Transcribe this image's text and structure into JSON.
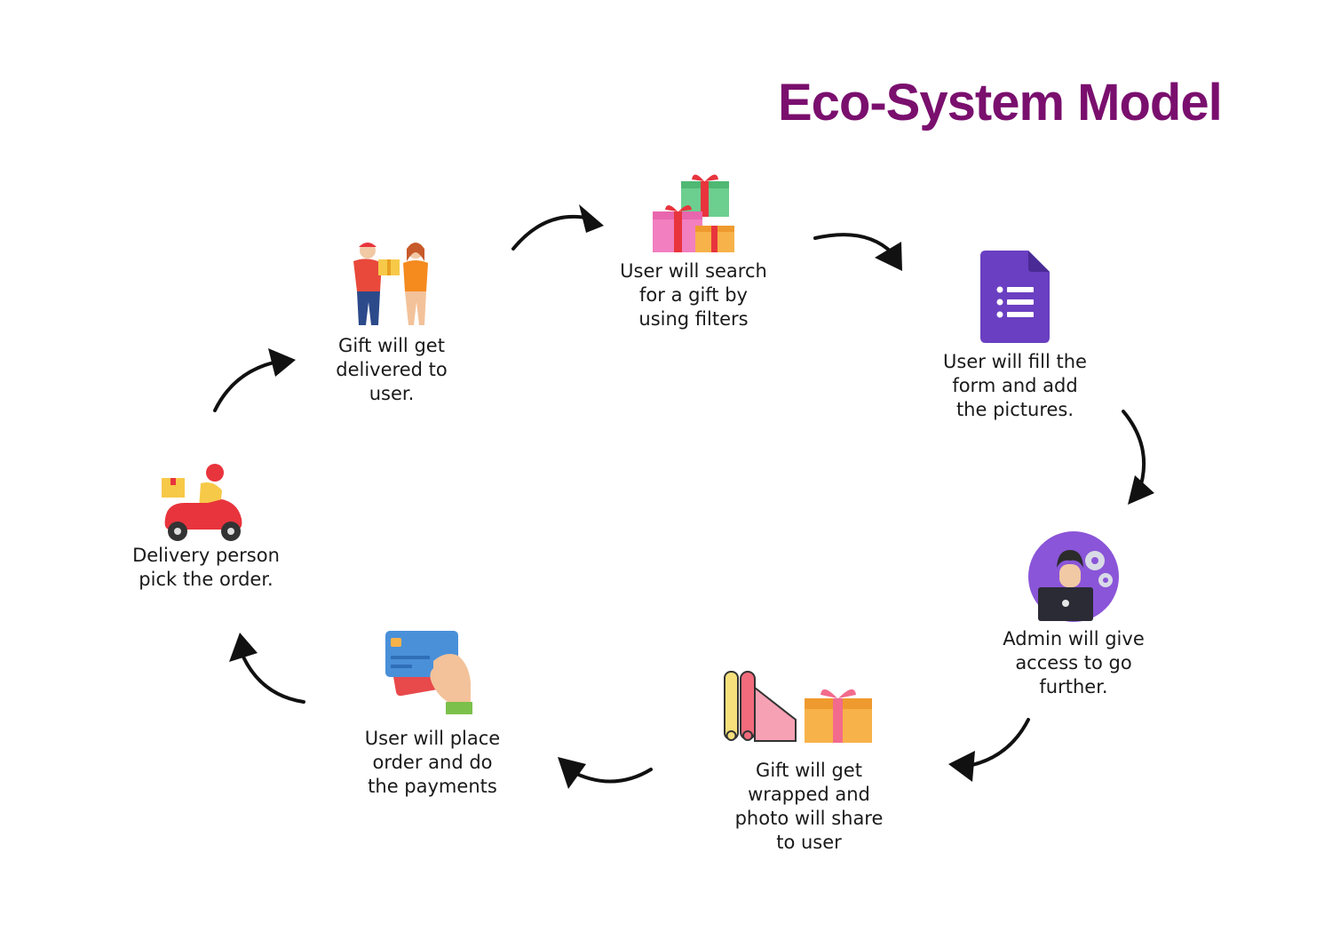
{
  "title": "Eco-System Model",
  "colors": {
    "title": "#7a0f6e",
    "arrow": "#111111",
    "form_purple": "#6a3fc1",
    "admin_purple": "#8a55d8"
  },
  "steps": [
    {
      "label": "User will search\nfor a gift by\nusing filters",
      "icon": "gift-boxes-icon"
    },
    {
      "label": "User will fill the\nform and add\nthe pictures.",
      "icon": "form-document-icon"
    },
    {
      "label": "Admin will give\naccess to go\nfurther.",
      "icon": "admin-laptop-icon"
    },
    {
      "label": "Gift will get\nwrapped and\nphoto will share\nto user",
      "icon": "wrapping-paper-gift-icon"
    },
    {
      "label": "User will place\norder and do\nthe payments",
      "icon": "credit-card-icon"
    },
    {
      "label": "Delivery person\npick the order.",
      "icon": "delivery-scooter-icon"
    },
    {
      "label": "Gift will get\ndelivered to\nuser.",
      "icon": "gift-handover-icon"
    }
  ]
}
